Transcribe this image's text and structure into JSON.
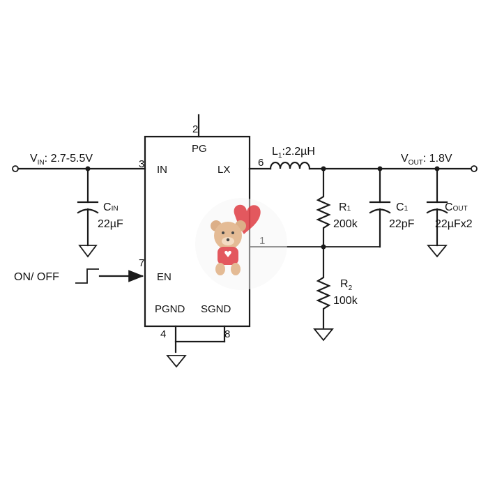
{
  "diagram": {
    "ic": {
      "pins": {
        "pg": {
          "number": "2",
          "name": "PG"
        },
        "in": {
          "number": "3",
          "name": "IN"
        },
        "lx": {
          "number": "6",
          "name": "LX"
        },
        "en": {
          "number": "7",
          "name": "EN"
        },
        "pgnd": {
          "number": "4",
          "name": "PGND"
        },
        "sgnd": {
          "number": "8",
          "name": "SGND"
        },
        "fb": {
          "number": "1"
        }
      }
    },
    "vin": {
      "symbol": "V",
      "subscript": "IN",
      "value": ": 2.7-5.5V"
    },
    "vout": {
      "symbol": "V",
      "subscript": "OUT",
      "value": ": 1.8V"
    },
    "enable_label": "ON/ OFF",
    "inductor": {
      "symbol": "L",
      "subscript": "1",
      "value": ":2.2µH"
    },
    "cin": {
      "symbol": "C",
      "subscript": "IN",
      "value": "22µF"
    },
    "r1": {
      "symbol": "R",
      "subscript": "1",
      "value": "200k"
    },
    "c1": {
      "symbol": "C",
      "subscript": "1",
      "value": "22pF"
    },
    "cout": {
      "symbol": "C",
      "subscript": "OUT",
      "value": "22µFx2"
    },
    "r2": {
      "symbol": "R",
      "subscript": "2",
      "value": "100k"
    }
  }
}
